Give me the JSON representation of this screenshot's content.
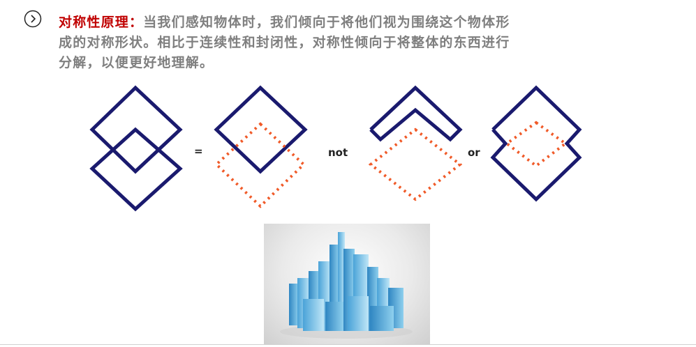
{
  "heading": {
    "title": "对称性原理：",
    "body_line1": "当我们感知物体时，我们倾向于将他们视为围绕这个物体形",
    "body_line2": "成的对称形状。相比于连续性和封闭性，对称性倾向于将整体的东西进行",
    "body_line3": "分解，以便更好地理解。"
  },
  "diagram": {
    "equals_label": "=",
    "not_label": "not",
    "or_label": "or",
    "colors": {
      "outline": "#1a1a6e",
      "dotted": "#f05a28"
    }
  },
  "icons": {
    "bullet": "chevron-right-circle-icon"
  },
  "photo": {
    "subject": "city-skyline-icon"
  }
}
